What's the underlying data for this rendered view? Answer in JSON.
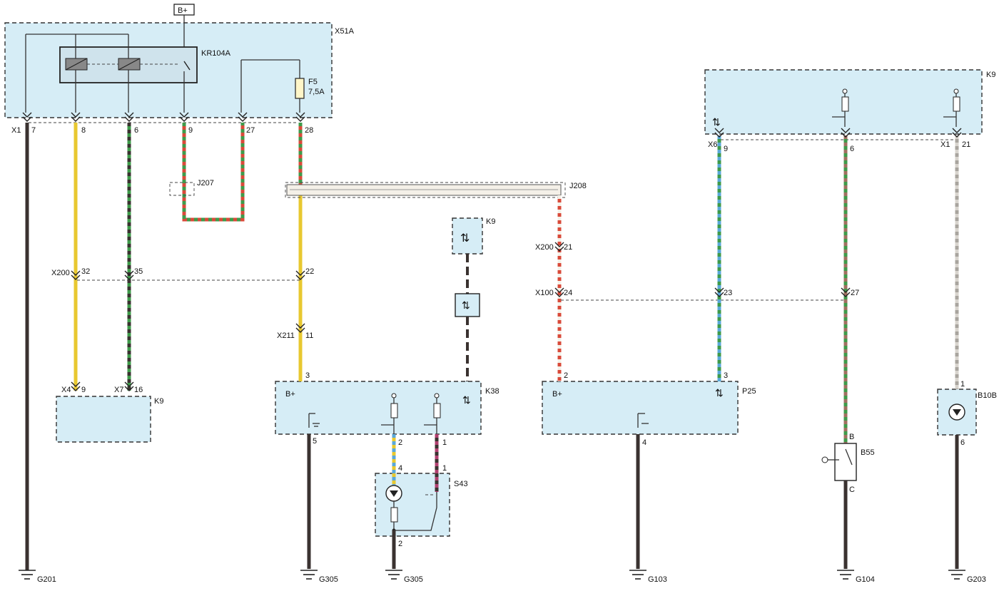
{
  "supply": {
    "battery_label": "B+"
  },
  "modules": {
    "x51a": {
      "label": "X51A",
      "relay": "KR104A",
      "fuse": "F5",
      "fuse_rating": "7,5A"
    },
    "k9_top": {
      "label": "K9"
    },
    "k9_left": {
      "label": "K9"
    },
    "k9_mid": {
      "label": "K9"
    },
    "k38": {
      "label": "K38",
      "bplus": "B+"
    },
    "p25": {
      "label": "P25",
      "bplus": "B+"
    },
    "s43": {
      "label": "S43"
    },
    "b55": {
      "label": "B55",
      "pin_b": "B",
      "pin_c": "C"
    },
    "b10b": {
      "label": "B10B"
    }
  },
  "connectors": {
    "x1_left": "X1",
    "x200_left": "X200",
    "x211": "X211",
    "x4": "X4",
    "x7": "X7",
    "x200_mid": "X200",
    "x100": "X100",
    "x6": "X6",
    "x1_right": "X1"
  },
  "splices": {
    "j207": "J207",
    "j208": "J208"
  },
  "pins": {
    "x1_7": "7",
    "x1_8": "8",
    "x1_6": "6",
    "x1_9": "9",
    "x1_27": "27",
    "x1_28": "28",
    "x200_32": "32",
    "x200_35": "35",
    "x200_22": "22",
    "x211_11": "11",
    "x4_9": "9",
    "x7_16": "16",
    "k38_3": "3",
    "k38_5": "5",
    "k38_2": "2",
    "k38_1": "1",
    "s43_4": "4",
    "s43_1": "1",
    "s43_2": "2",
    "x200_21": "21",
    "x100_24": "24",
    "p25_2": "2",
    "p25_3": "3",
    "p25_4": "4",
    "x6_9": "9",
    "k9_6": "6",
    "x1_21": "21",
    "x100_23": "23",
    "x100_27": "27",
    "b10b_1": "1",
    "b10b_6": "6"
  },
  "grounds": {
    "g201": "G201",
    "g305a": "G305",
    "g305b": "G305",
    "g103": "G103",
    "g104": "G104",
    "g203": "G203"
  },
  "colors": {
    "black": "#3a3230",
    "yellow": "#e8c830",
    "green": "#3f9a4a",
    "red": "#d94a3a",
    "blue": "#5aa8d8",
    "grey": "#a8a49e",
    "white": "#f4f0e8",
    "module_fill": "#d6edf6"
  }
}
